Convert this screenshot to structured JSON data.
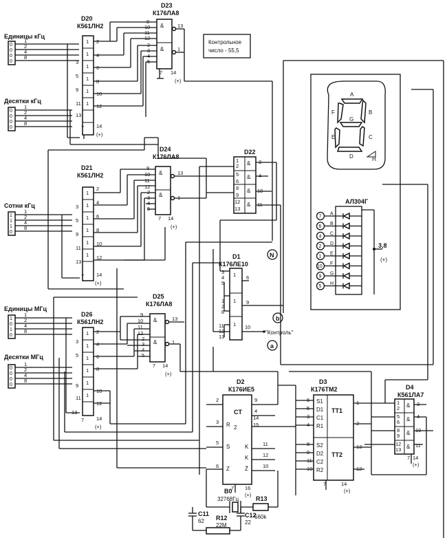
{
  "chips": {
    "d20": {
      "ref": "D20",
      "part": "К561ЛН2"
    },
    "d21": {
      "ref": "D21",
      "part": "К561ЛН2"
    },
    "d26": {
      "ref": "D26",
      "part": "К561ЛН2"
    },
    "d23": {
      "ref": "D23",
      "part": "К176ЛА8"
    },
    "d24": {
      "ref": "D24",
      "part": "К176ЛА8"
    },
    "d25": {
      "ref": "D25",
      "part": "К176ЛА8"
    },
    "d22": {
      "ref": "D22",
      "part": ""
    },
    "d1": {
      "ref": "D1",
      "part": "К176ЛЕ10"
    },
    "d2": {
      "ref": "D2",
      "part": "К176ИЕ5"
    },
    "d3": {
      "ref": "D3",
      "part": "К176ТМ2"
    },
    "d4": {
      "ref": "D4",
      "part": "К561ЛА7"
    }
  },
  "inputs": {
    "units_khz": "Единицы кГц",
    "tens_khz": "Десятки кГц",
    "hundreds_khz": "Сотни кГц",
    "units_mhz": "Единицы МГц",
    "tens_mhz": "Десятки МГц"
  },
  "control_note": {
    "line1": "Контрольное",
    "line2": "число - 55,5"
  },
  "display": {
    "part": "АЛ304Г",
    "segments": [
      "A",
      "B",
      "C",
      "D",
      "E",
      "F",
      "G",
      "H"
    ],
    "pins": [
      "7",
      "6",
      "4",
      "2",
      "1",
      "10",
      "9",
      "5"
    ],
    "common": "3,8",
    "common_plus": "(+)"
  },
  "d2_labels": {
    "ct": "CT",
    "two": "2",
    "r": "R",
    "s": "S",
    "k": "K",
    "z": "Z",
    "zbar": "Z̄"
  },
  "d3_labels": {
    "tt1": "TT1",
    "tt2": "TT2",
    "s1": "S1",
    "d1": "D1",
    "c1": "C1",
    "r1": "R1",
    "s2": "S2",
    "d2": "D2",
    "c2": "C2",
    "r2": "R2"
  },
  "passives": {
    "xtal_ref": "B0",
    "xtal_val": "32768Гц",
    "r13_ref": "R13",
    "r13_val": "560k",
    "r12_ref": "R12",
    "r12_val": "22M",
    "c11_ref": "C11",
    "c11_val": "62",
    "c12_ref": "C12",
    "c12_val": "22"
  },
  "nodes": {
    "a": "a",
    "b": "b",
    "n": "N",
    "kontrol": "\"Контроль\""
  },
  "plus": "(+)"
}
